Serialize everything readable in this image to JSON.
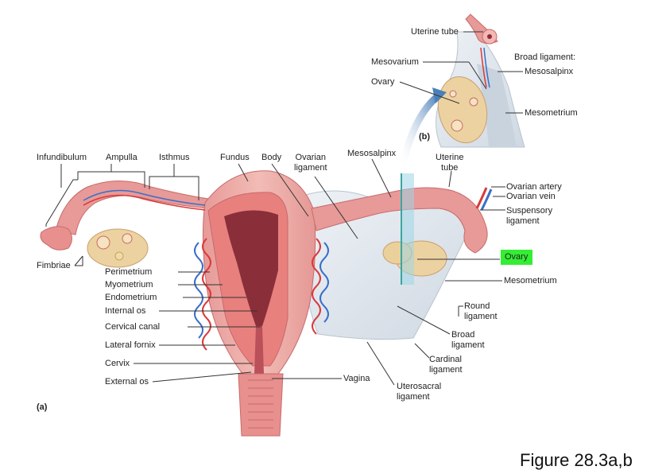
{
  "caption": "Figure 28.3a,b",
  "panel_a": {
    "tag": "(a)",
    "labels": {
      "infundibulum": "Infundibulum",
      "ampulla": "Ampulla",
      "isthmus": "Isthmus",
      "fundus": "Fundus",
      "body": "Body",
      "ovarian_ligament": "Ovarian\nligament",
      "mesosalpinx": "Mesosalpinx",
      "uterine_tube": "Uterine\ntube",
      "ovarian_artery": "Ovarian artery",
      "ovarian_vein": "Ovarian vein",
      "suspensory_ligament": "Suspensory\nligament",
      "ovary": "Ovary",
      "mesometrium": "Mesometrium",
      "round_ligament": "Round\nligament",
      "broad_ligament": "Broad\nligament",
      "cardinal_ligament": "Cardinal\nligament",
      "uterosacral_ligament": "Uterosacral\nligament",
      "vagina": "Vagina",
      "fimbriae": "Fimbriae",
      "perimetrium": "Perimetrium",
      "myometrium": "Myometrium",
      "endometrium": "Endometrium",
      "internal_os": "Internal os",
      "cervical_canal": "Cervical canal",
      "lateral_fornix": "Lateral fornix",
      "cervix": "Cervix",
      "external_os": "External os"
    }
  },
  "panel_b": {
    "tag": "(b)",
    "labels": {
      "uterine_tube": "Uterine tube",
      "broad_ligament": "Broad ligament:",
      "mesosalpinx": "Mesosalpinx",
      "mesovarium": "Mesovarium",
      "ovary": "Ovary",
      "mesometrium": "Mesometrium"
    }
  },
  "colors": {
    "tissue": "#e8a7a4",
    "tissue_dark": "#c86a6c",
    "lumen": "#8a2f3a",
    "ligament": "#dfe6ee",
    "ovary": "#ecd2a0",
    "artery": "#d93a3a",
    "vein": "#3a6fc8",
    "highlight": "#33ee33",
    "leader": "#333333"
  }
}
